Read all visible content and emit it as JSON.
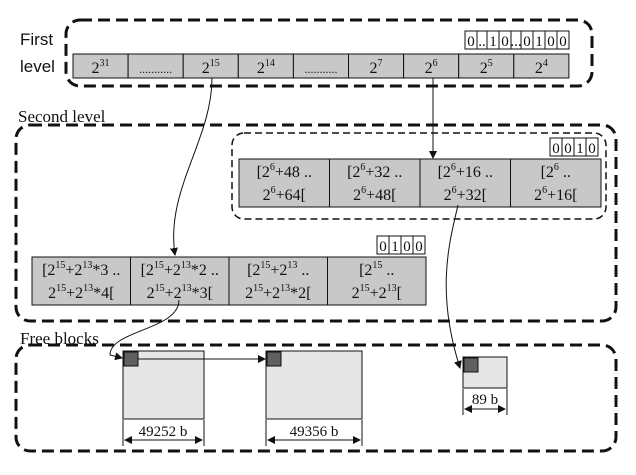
{
  "labels": {
    "first_level_line1": "First",
    "first_level_line2": "level",
    "second_level": "Second level",
    "free_blocks": "Free blocks"
  },
  "first_level": {
    "bitmap": [
      "0",
      "..",
      "1",
      "0",
      "...",
      "0",
      "1",
      "0",
      "0"
    ],
    "cells": [
      {
        "base": "2",
        "exp": "31"
      },
      {
        "text": "..........."
      },
      {
        "base": "2",
        "exp": "15"
      },
      {
        "base": "2",
        "exp": "14"
      },
      {
        "text": "..........."
      },
      {
        "base": "2",
        "exp": "7"
      },
      {
        "base": "2",
        "exp": "6"
      },
      {
        "base": "2",
        "exp": "5"
      },
      {
        "base": "2",
        "exp": "4"
      }
    ]
  },
  "second_level": {
    "upper": {
      "bitmap": [
        "0",
        "0",
        "1",
        "0"
      ],
      "cells": [
        {
          "l1": "[2",
          "l1_exp": "6",
          "l1_rest": "+48 ..",
          "l2": "2",
          "l2_exp": "6",
          "l2_rest": "+64["
        },
        {
          "l1": "[2",
          "l1_exp": "6",
          "l1_rest": "+32 ..",
          "l2": "2",
          "l2_exp": "6",
          "l2_rest": "+48["
        },
        {
          "l1": "[2",
          "l1_exp": "6",
          "l1_rest": "+16 ..",
          "l2": "2",
          "l2_exp": "6",
          "l2_rest": "+32["
        },
        {
          "l1": "[2",
          "l1_exp": "6",
          "l1_rest": " ..",
          "l2": "2",
          "l2_exp": "6",
          "l2_rest": "+16["
        }
      ]
    },
    "lower": {
      "bitmap": [
        "0",
        "1",
        "0",
        "0"
      ],
      "cells": [
        {
          "l1": "[2",
          "l1_exp": "15",
          "l1_mid": "+2",
          "l1_mid_exp": "13",
          "l1_rest": "*3 ..",
          "l2": "2",
          "l2_exp": "15",
          "l2_mid": "+2",
          "l2_mid_exp": "13",
          "l2_rest": "*4["
        },
        {
          "l1": "[2",
          "l1_exp": "15",
          "l1_mid": "+2",
          "l1_mid_exp": "13",
          "l1_rest": "*2 ..",
          "l2": "2",
          "l2_exp": "15",
          "l2_mid": "+2",
          "l2_mid_exp": "13",
          "l2_rest": "*3["
        },
        {
          "l1": "[2",
          "l1_exp": "15",
          "l1_mid": "+2",
          "l1_mid_exp": "13",
          "l1_rest": " ..",
          "l2": "2",
          "l2_exp": "15",
          "l2_mid": "+2",
          "l2_mid_exp": "13",
          "l2_rest": "*2["
        },
        {
          "l1": "[2",
          "l1_exp": "15",
          "l1_mid": "",
          "l1_mid_exp": "",
          "l1_rest": " ..",
          "l2": "2",
          "l2_exp": "15",
          "l2_mid": "+2",
          "l2_mid_exp": "13",
          "l2_rest": "["
        }
      ]
    }
  },
  "free_blocks": [
    {
      "size_label": "49252 b"
    },
    {
      "size_label": "49356 b"
    },
    {
      "size_label": "89 b"
    }
  ],
  "colors": {
    "cell_fill": "#c8c8c8",
    "block_fill": "#e6e6e6",
    "header_fill": "#606060",
    "stroke": "#111111"
  }
}
